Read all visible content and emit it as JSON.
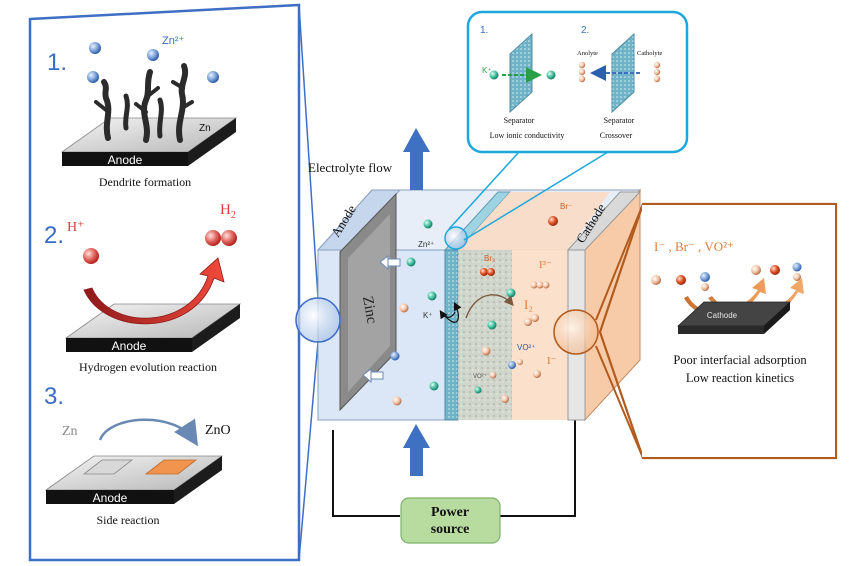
{
  "left_panel": {
    "item1": {
      "number": "1.",
      "ion_label": "Zn²⁺",
      "metal_label": "Zn",
      "plate_label": "Anode",
      "caption": "Dendrite formation"
    },
    "item2": {
      "number": "2.",
      "h_ion": "H⁺",
      "h2_main": "H",
      "h2_sub": "2",
      "plate_label": "Anode",
      "caption": "Hydrogen evolution reaction"
    },
    "item3": {
      "number": "3.",
      "zn_label": "Zn",
      "zno_label": "ZnO",
      "plate_label": "Anode",
      "caption": "Side reaction"
    }
  },
  "center": {
    "electrolyte_flow": "Electrolyte flow",
    "anode_label": "Anode",
    "cathode_label": "Cathode",
    "zinc_label": "Zinc",
    "zn2_label": "Zn²⁺",
    "k_label": "K⁺",
    "br2_label": "Br₂",
    "br_minus": "Br⁻",
    "i3_label": "I³⁻",
    "i2_label": "I₂",
    "i_minus": "I⁻",
    "vo2_label": "VO²⁺",
    "vo_small": "VO²⁺",
    "power_source_line1": "Power",
    "power_source_line2": "source"
  },
  "top_callout": {
    "n1": "1.",
    "n2": "2.",
    "k_label": "K⁺",
    "separator1": "Separator",
    "separator2": "Separator",
    "anolyte": "Anolyte",
    "catholyte": "Catholyte",
    "caption1": "Low ionic conductivity",
    "caption2": "Crossover"
  },
  "right_callout": {
    "ions": "I⁻ , Br⁻ , VO²⁺",
    "plate_label": "Cathode",
    "caption_line1": "Poor interfacial adsorption",
    "caption_line2": "Low reaction kinetics"
  },
  "colors": {
    "blue_frame": "#3f6fc4",
    "cyan_frame": "#1ea7dd",
    "orange_frame": "#b25b1e",
    "flow_arrow": "#3e71c2",
    "power_green": "#b8dca0",
    "h_red": "#d6403a",
    "orange_text": "#e07b39"
  }
}
